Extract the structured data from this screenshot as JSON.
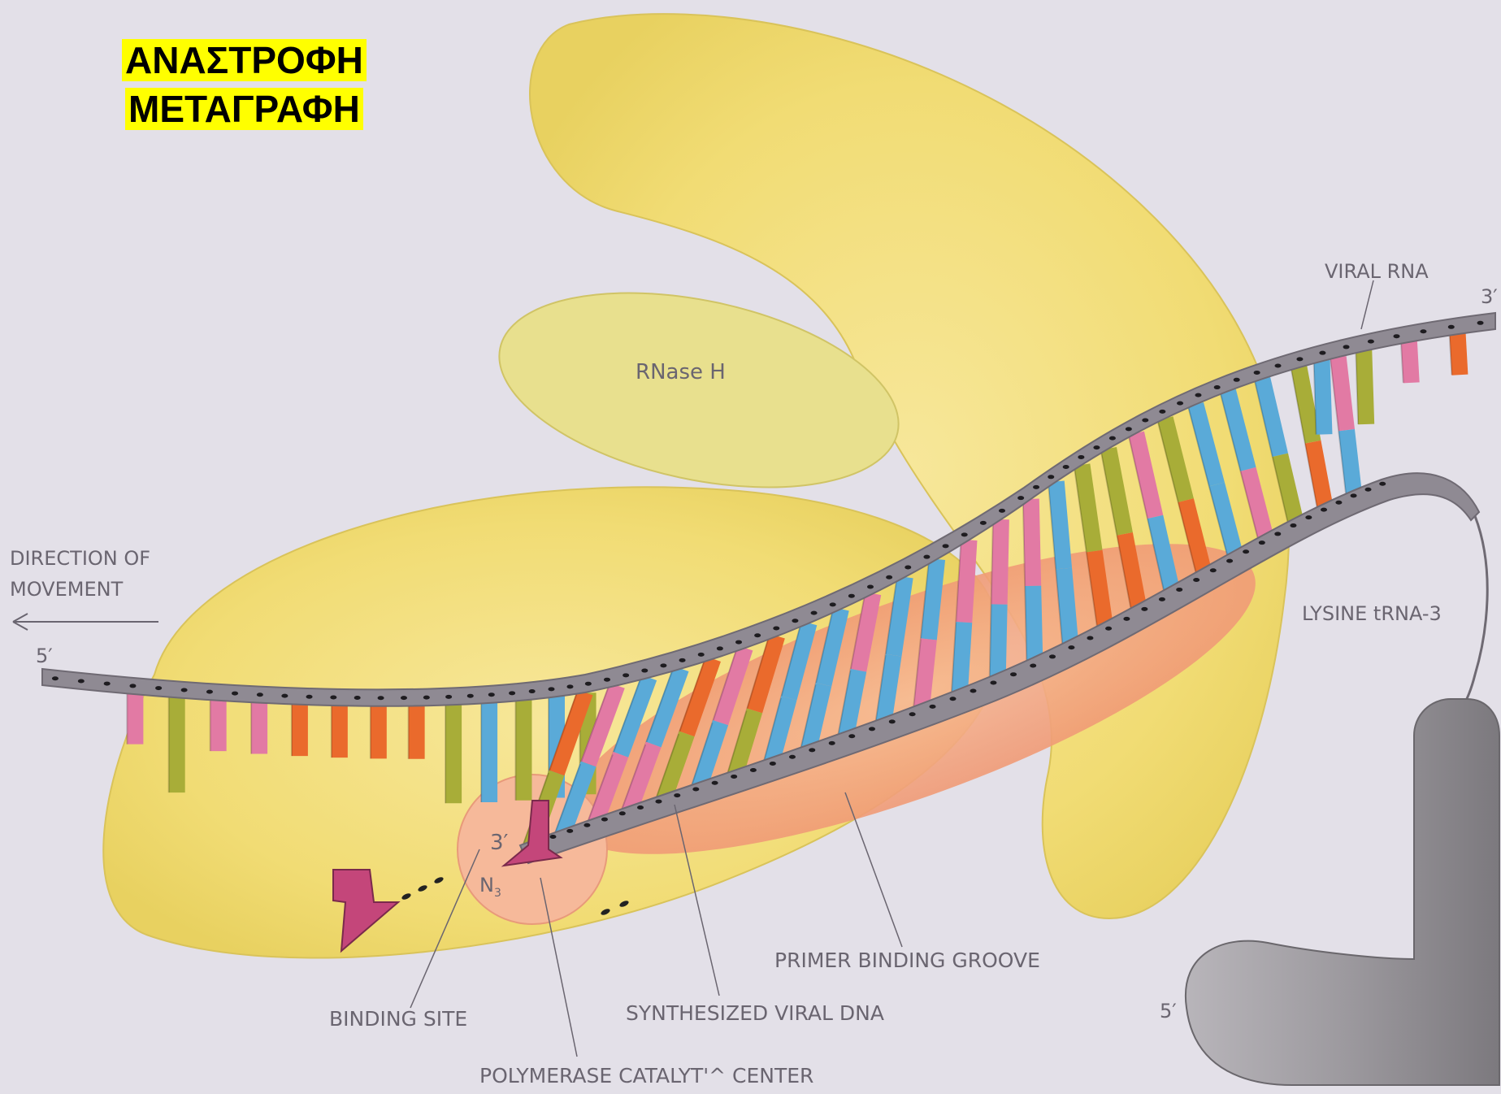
{
  "title": {
    "line1": "ΑΝΑΣΤΡΟΦΗ",
    "line2": "ΜΕΤΑΓΡΑΦΗ"
  },
  "labels": {
    "rnase_h": "RNase H",
    "viral_rna": "VIRAL RNA",
    "three_prime_rna": "3′",
    "direction_line1": "DIRECTION OF",
    "direction_line2": "MOVEMENT",
    "five_prime_left": "5′",
    "lysine_trna": "LYSINE tRNA-3",
    "three_prime_dna": "3′",
    "n3": "N",
    "n3_sub": "3",
    "primer_binding_groove": "PRIMER BINDING GROOVE",
    "binding_site": "BINDING SITE",
    "synthesized_viral_dna": "SYNTHESIZED VIRAL DNA",
    "five_prime_trna": "5′",
    "polymerase_catalytic_center": "POLYMERASE CATALYT'^ CENTER"
  },
  "colors": {
    "background": "#e3e0e8",
    "protein_yellow": "#f0dc72",
    "groove_salmon": "#f4a57e",
    "ribbon_gray": "#8f8a93",
    "trna_gray": "#9a979c",
    "base_pink": "#e27aa4",
    "base_orange": "#ea6a2c",
    "base_olive": "#a8ad38",
    "base_blue": "#5aaad8",
    "nucleotide_magenta": "#c4467a",
    "title_highlight": "#ffff00"
  },
  "bases": {
    "rna_unpaired_left": [
      "pink",
      "olive",
      "pink",
      "pink",
      "orange",
      "orange",
      "orange",
      "orange",
      "olive",
      "blue",
      "olive",
      "blue",
      "olive"
    ],
    "pairs": [
      [
        "orange",
        "olive"
      ],
      [
        "pink",
        "blue"
      ],
      [
        "blue",
        "pink"
      ],
      [
        "blue",
        "pink"
      ],
      [
        "orange",
        "olive"
      ],
      [
        "pink",
        "blue"
      ],
      [
        "orange",
        "olive"
      ],
      [
        "blue",
        "blue"
      ],
      [
        "blue",
        "blue"
      ],
      [
        "pink",
        "blue"
      ],
      [
        "blue",
        "blue"
      ],
      [
        "blue",
        "pink"
      ],
      [
        "pink",
        "blue"
      ],
      [
        "pink",
        "blue"
      ],
      [
        "pink",
        "blue"
      ],
      [
        "blue",
        "blue"
      ],
      [
        "olive",
        "orange"
      ],
      [
        "olive",
        "orange"
      ],
      [
        "pink",
        "blue"
      ],
      [
        "olive",
        "orange"
      ],
      [
        "blue",
        "blue"
      ],
      [
        "blue",
        "pink"
      ],
      [
        "blue",
        "olive"
      ],
      [
        "olive",
        "orange"
      ],
      [
        "pink",
        "blue"
      ]
    ],
    "rna_unpaired_right": [
      "blue",
      "olive",
      "pink",
      "orange"
    ]
  }
}
